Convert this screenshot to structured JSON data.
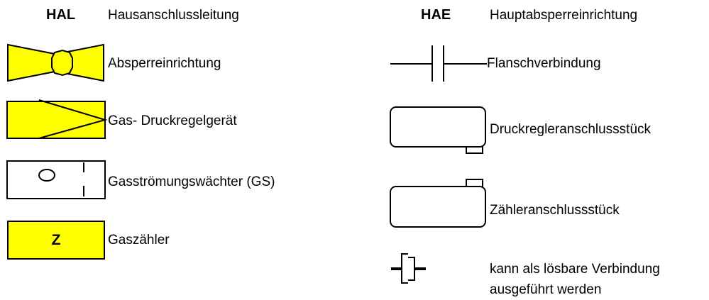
{
  "left": {
    "abbr": "HAL",
    "title": "Hausanschlussleitung",
    "items": [
      {
        "label": "Absperreinrichtung",
        "icon": "valve-icon"
      },
      {
        "label": "Gas- Druckregelgerät",
        "icon": "pressure-regulator-icon"
      },
      {
        "label": "Gasströmungswächter (GS)",
        "icon": "flow-monitor-icon"
      },
      {
        "label": "Gaszähler",
        "icon": "gas-meter-icon",
        "symbol_text": "Z"
      }
    ]
  },
  "right": {
    "abbr": "HAE",
    "title": "Hauptabsperreinrichtung",
    "items": [
      {
        "label": "Flanschverbindung",
        "icon": "flange-connection-icon"
      },
      {
        "label": "Druckregleranschlussstück",
        "icon": "regulator-fitting-icon"
      },
      {
        "label": "Zähleranschlussstück",
        "icon": "meter-fitting-icon"
      },
      {
        "label_line1": "kann als lösbare Verbindung",
        "label_line2": "ausgeführt werden",
        "icon": "detachable-joint-icon"
      }
    ]
  },
  "colors": {
    "symbol_fill": "#ffff00",
    "stroke": "#000000"
  }
}
